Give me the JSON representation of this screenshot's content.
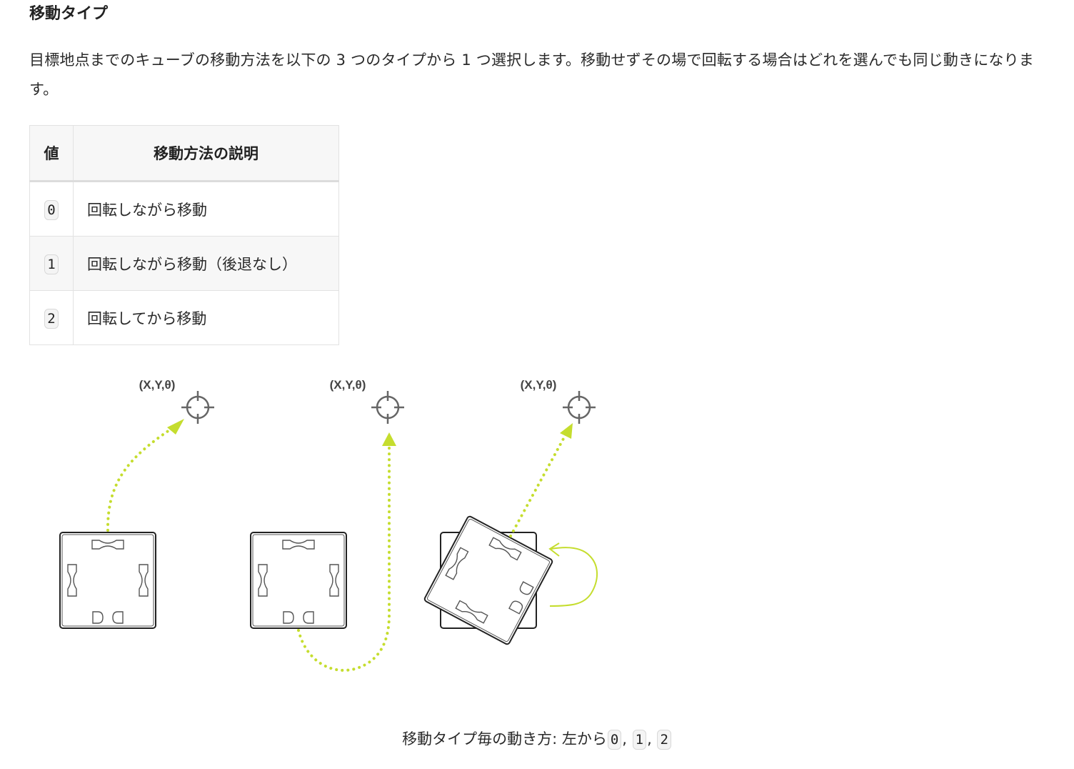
{
  "heading": "移動タイプ",
  "paragraph": "目標地点までのキューブの移動方法を以下の 3 つのタイプから 1 つ選択します。移動せずその場で回転する場合はどれを選んでも同じ動きになります。",
  "table": {
    "headers": [
      "値",
      "移動方法の説明"
    ],
    "rows": [
      {
        "value": "0",
        "description": "回転しながら移動"
      },
      {
        "value": "1",
        "description": "回転しながら移動（後退なし）"
      },
      {
        "value": "2",
        "description": "回転してから移動"
      }
    ]
  },
  "figure": {
    "target_label": "(X,Y,θ)",
    "path_color": "#c5dd2e"
  },
  "caption": {
    "text": "移動タイプ毎の動き方: 左から",
    "codes": [
      "0",
      "1",
      "2"
    ],
    "separator": ", "
  }
}
